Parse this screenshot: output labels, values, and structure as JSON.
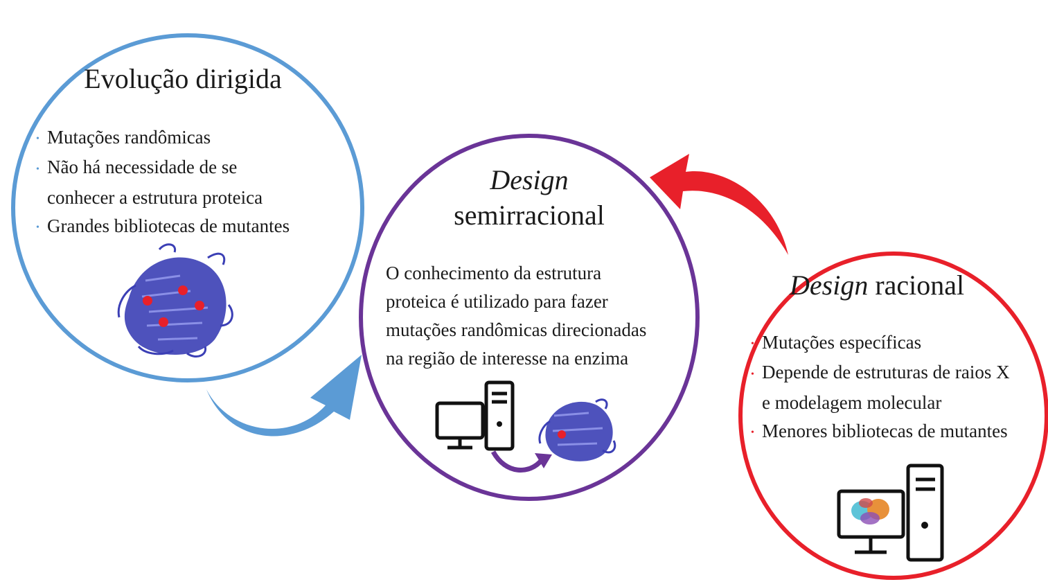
{
  "colors": {
    "directed_circle": "#5b9bd5",
    "semirational_circle": "#6a3497",
    "rational_circle": "#e8202a",
    "blue_arrow": "#5b9bd5",
    "red_arrow": "#e8202a",
    "purple_arrow": "#6a3497",
    "protein": "#3b3fb5",
    "mutation_dot": "#e8202a",
    "computer": "#111111"
  },
  "directed_evolution": {
    "title": "Evolução dirigida",
    "bullets": [
      "Mutações randômicas",
      "Não há necessidade de se",
      "Grandes bibliotecas de mutantes"
    ],
    "bullet_continuation": "conhecer a estrutura proteica",
    "icon": "protein-structure-with-random-mutations-icon"
  },
  "semirational": {
    "title_italic": "Design",
    "title_rest": "semirracional",
    "description": [
      "O conhecimento da estrutura",
      "proteica é utilizado para fazer",
      "mutações randômicas direcionadas",
      "na região de interesse na enzima"
    ],
    "icons": [
      "computer-icon",
      "arrow-icon",
      "protein-structure-icon"
    ]
  },
  "rational": {
    "title_italic": "Design",
    "title_rest": "racional",
    "bullets": [
      "Mutações específicas",
      "Depende de estruturas de raios X",
      "Menores bibliotecas de mutantes"
    ],
    "bullet_continuation": "e modelagem molecular",
    "icon": "computer-with-protein-model-icon"
  }
}
